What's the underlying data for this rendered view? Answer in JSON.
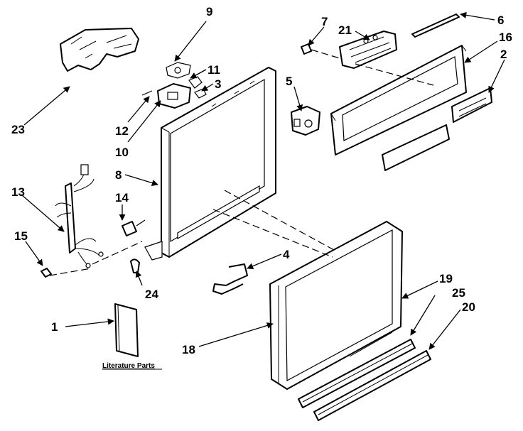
{
  "literature_label": "Literature Parts",
  "callouts": {
    "c1": "1",
    "c2": "2",
    "c3": "3",
    "c4": "4",
    "c5": "5",
    "c6": "6",
    "c7": "7",
    "c8": "8",
    "c9": "9",
    "c10": "10",
    "c11": "11",
    "c12": "12",
    "c13": "13",
    "c14": "14",
    "c15": "15",
    "c16": "16",
    "c18": "18",
    "c19": "19",
    "c20": "20",
    "c21": "21",
    "c23": "23",
    "c24": "24",
    "c25": "25"
  }
}
